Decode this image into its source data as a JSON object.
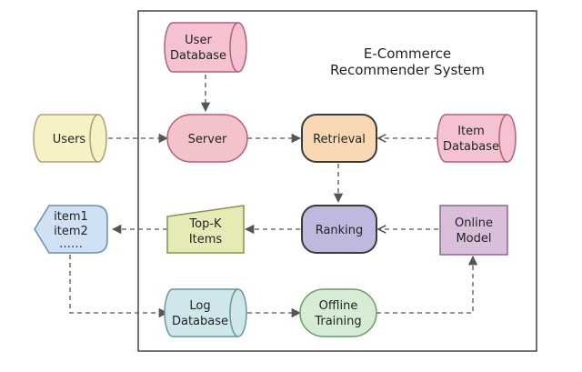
{
  "title": {
    "line1": "E-Commerce",
    "line2": "Recommender System"
  },
  "nodes": {
    "user_db": {
      "line1": "User",
      "line2": "Database",
      "fill": "#f4c2d0",
      "stroke": "#b06277"
    },
    "users": {
      "label": "Users",
      "fill": "#f7f2c6",
      "stroke": "#a8a070"
    },
    "server": {
      "label": "Server",
      "fill": "#f4c2c9",
      "stroke": "#b06277"
    },
    "retrieval": {
      "label": "Retrieval",
      "fill": "#fbd8b4",
      "stroke": "#3a3a3a"
    },
    "item_db": {
      "line1": "Item",
      "line2": "Database",
      "fill": "#f4c2d0",
      "stroke": "#b06277"
    },
    "item_list": {
      "line1": "item1",
      "line2": "item2",
      "line3": "……",
      "fill": "#cfe1f2",
      "stroke": "#6a8db0"
    },
    "topk": {
      "line1": "Top-K",
      "line2": "Items",
      "fill": "#e6ebb6",
      "stroke": "#8a9050"
    },
    "ranking": {
      "label": "Ranking",
      "fill": "#bfb9e0",
      "stroke": "#3a3a3a"
    },
    "online_model": {
      "line1": "Online",
      "line2": "Model",
      "fill": "#d9bfda",
      "stroke": "#8a6a8c"
    },
    "log_db": {
      "line1": "Log",
      "line2": "Database",
      "fill": "#cfe6ea",
      "stroke": "#6a96a0"
    },
    "offline": {
      "line1": "Offline",
      "line2": "Training",
      "fill": "#d7ecd4",
      "stroke": "#6a9a6a"
    }
  },
  "colors": {
    "frame": "#444444",
    "arrow": "#555555"
  }
}
